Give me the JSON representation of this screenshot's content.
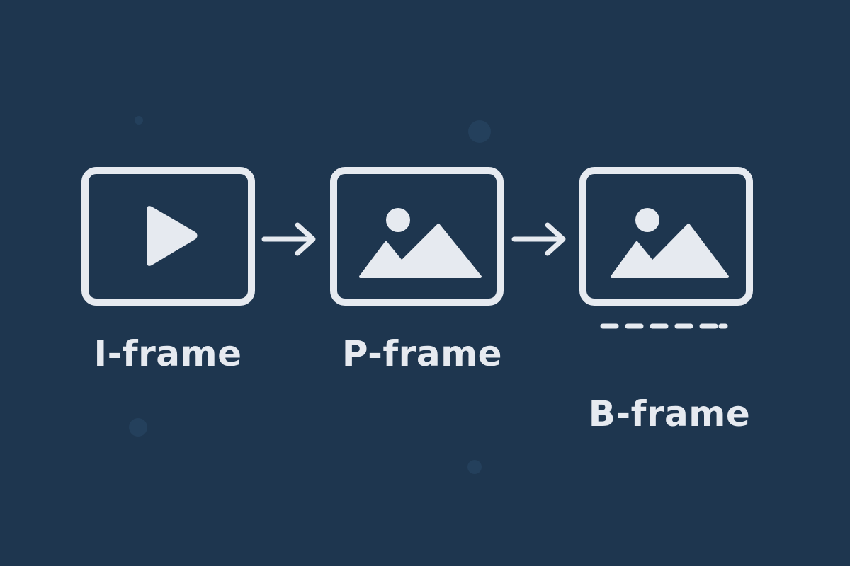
{
  "colors": {
    "background": "#1e364f",
    "foreground": "#e6eaf0",
    "speck": "#24405c"
  },
  "frames": [
    {
      "id": "i",
      "label": "I-frame",
      "icon": "play-icon"
    },
    {
      "id": "p",
      "label": "P-frame",
      "icon": "image-icon"
    },
    {
      "id": "b",
      "label": "B-frame",
      "icon": "image-icon"
    }
  ],
  "connectors": [
    {
      "from": "I-frame",
      "to": "P-frame",
      "icon": "arrow-right-icon"
    },
    {
      "from": "P-frame",
      "to": "B-frame",
      "icon": "arrow-right-icon"
    }
  ]
}
